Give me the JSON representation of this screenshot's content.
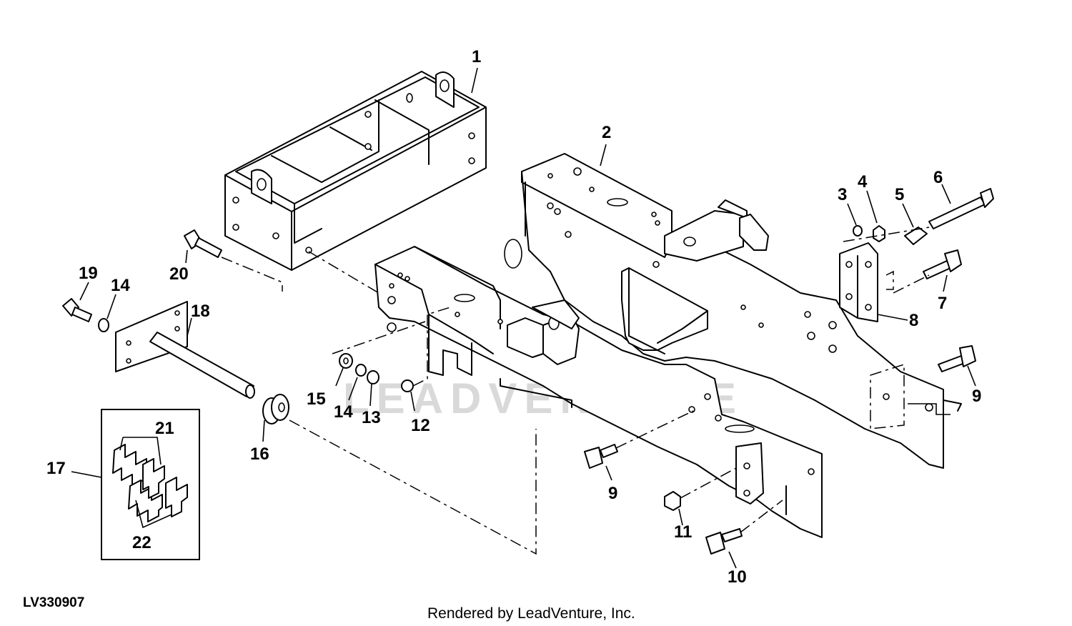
{
  "figure_id": "LV330907",
  "credit": "Rendered by LeadVenture, Inc.",
  "watermark": "LEADVENTURE",
  "callouts": {
    "c1": "1",
    "c2": "2",
    "c3": "3",
    "c4": "4",
    "c5": "5",
    "c6": "6",
    "c7": "7",
    "c8": "8",
    "c9a": "9",
    "c9b": "9",
    "c10": "10",
    "c11": "11",
    "c12": "12",
    "c13": "13",
    "c14a": "14",
    "c14b": "14",
    "c15": "15",
    "c16": "16",
    "c17": "17",
    "c18": "18",
    "c19": "19",
    "c20": "20",
    "c21": "21",
    "c22": "22"
  }
}
